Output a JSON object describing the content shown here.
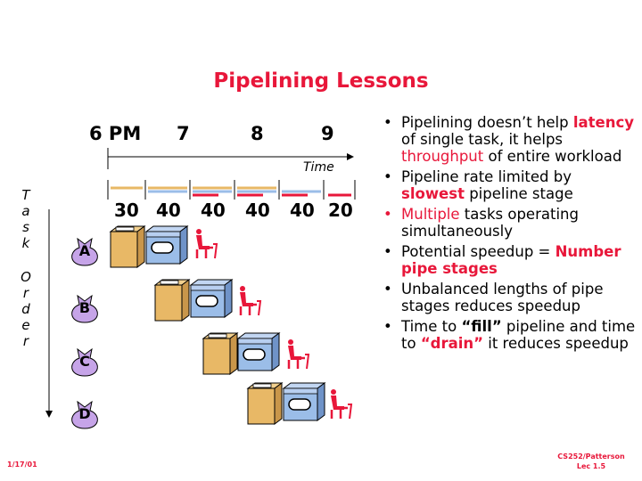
{
  "title": "Pipelining Lessons",
  "timeline": {
    "hours": [
      "6 PM",
      "7",
      "8",
      "9"
    ],
    "axis_label": "Time",
    "durations": [
      "30",
      "40",
      "40",
      "40",
      "40",
      "20"
    ]
  },
  "task_order_label": [
    "T",
    "a",
    "s",
    "k",
    "O",
    "r",
    "d",
    "e",
    "r"
  ],
  "tasks": [
    "A",
    "B",
    "C",
    "D"
  ],
  "bullets": [
    [
      {
        "text": "Pipelining doesn’t help ",
        "style": "plain"
      },
      {
        "text": "latency",
        "style": "red-bold"
      },
      {
        "text": " of single task, it helps ",
        "style": "plain"
      },
      {
        "text": "throughput",
        "style": "red"
      },
      {
        "text": " of entire workload",
        "style": "plain"
      }
    ],
    [
      {
        "text": "Pipeline rate limited by ",
        "style": "plain"
      },
      {
        "text": "slowest",
        "style": "red-bold"
      },
      {
        "text": " pipeline stage",
        "style": "plain"
      }
    ],
    [
      {
        "text": "Multiple",
        "style": "red"
      },
      {
        "text": " tasks operating simultaneously",
        "style": "plain"
      }
    ],
    [
      {
        "text": "Potential speedup = ",
        "style": "plain"
      },
      {
        "text": "Number pipe stages",
        "style": "red-bold"
      }
    ],
    [
      {
        "text": "Unbalanced lengths of pipe stages reduces speedup",
        "style": "plain"
      }
    ],
    [
      {
        "text": "Time to ",
        "style": "plain"
      },
      {
        "text": "“fill”",
        "style": "bold"
      },
      {
        "text": " pipeline and time to ",
        "style": "plain"
      },
      {
        "text": "“drain”",
        "style": "red-bold"
      },
      {
        "text": " it reduces speedup",
        "style": "plain"
      }
    ]
  ],
  "bullet_dot_colors": [
    "#000000",
    "#000000",
    "#e8173a",
    "#000000",
    "#000000",
    "#000000"
  ],
  "footer": {
    "date": "1/17/01",
    "course": "CS252/Patterson",
    "lecture": "Lec 1.5"
  },
  "colors": {
    "accent": "#e8173a",
    "washer": "#e8b866",
    "dryer": "#9bbde8",
    "folder": "#e8173a",
    "bag": "#c6a4e8"
  }
}
